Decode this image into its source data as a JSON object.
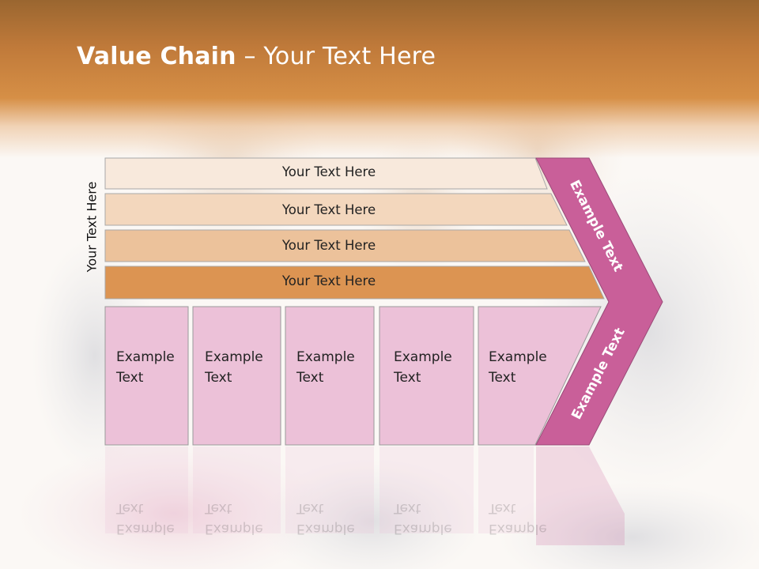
{
  "slide": {
    "title_bold": "Value Chain",
    "title_rest": " – Your Text Here",
    "vertical_label": "Your Text Here"
  },
  "bars": [
    {
      "label": "Your Text Here",
      "fill": "#f8e9dc"
    },
    {
      "label": "Your Text Here",
      "fill": "#f3d7bd"
    },
    {
      "label": "Your Text Here",
      "fill": "#ecc29b"
    },
    {
      "label": "Your Text Here",
      "fill": "#dc9452"
    }
  ],
  "boxes": [
    {
      "line1": "Example",
      "line2": "Text"
    },
    {
      "line1": "Example",
      "line2": "Text"
    },
    {
      "line1": "Example",
      "line2": "Text"
    },
    {
      "line1": "Example",
      "line2": "Text"
    },
    {
      "line1": "Example",
      "line2": "Text"
    }
  ],
  "chevron": {
    "upper_label": "Example Text",
    "lower_label": "Example Text",
    "fill": "#c95f99"
  },
  "colors": {
    "header": "#c07a3a",
    "box_fill": "#ecc1d8",
    "box_stroke": "#9a9a9a"
  }
}
